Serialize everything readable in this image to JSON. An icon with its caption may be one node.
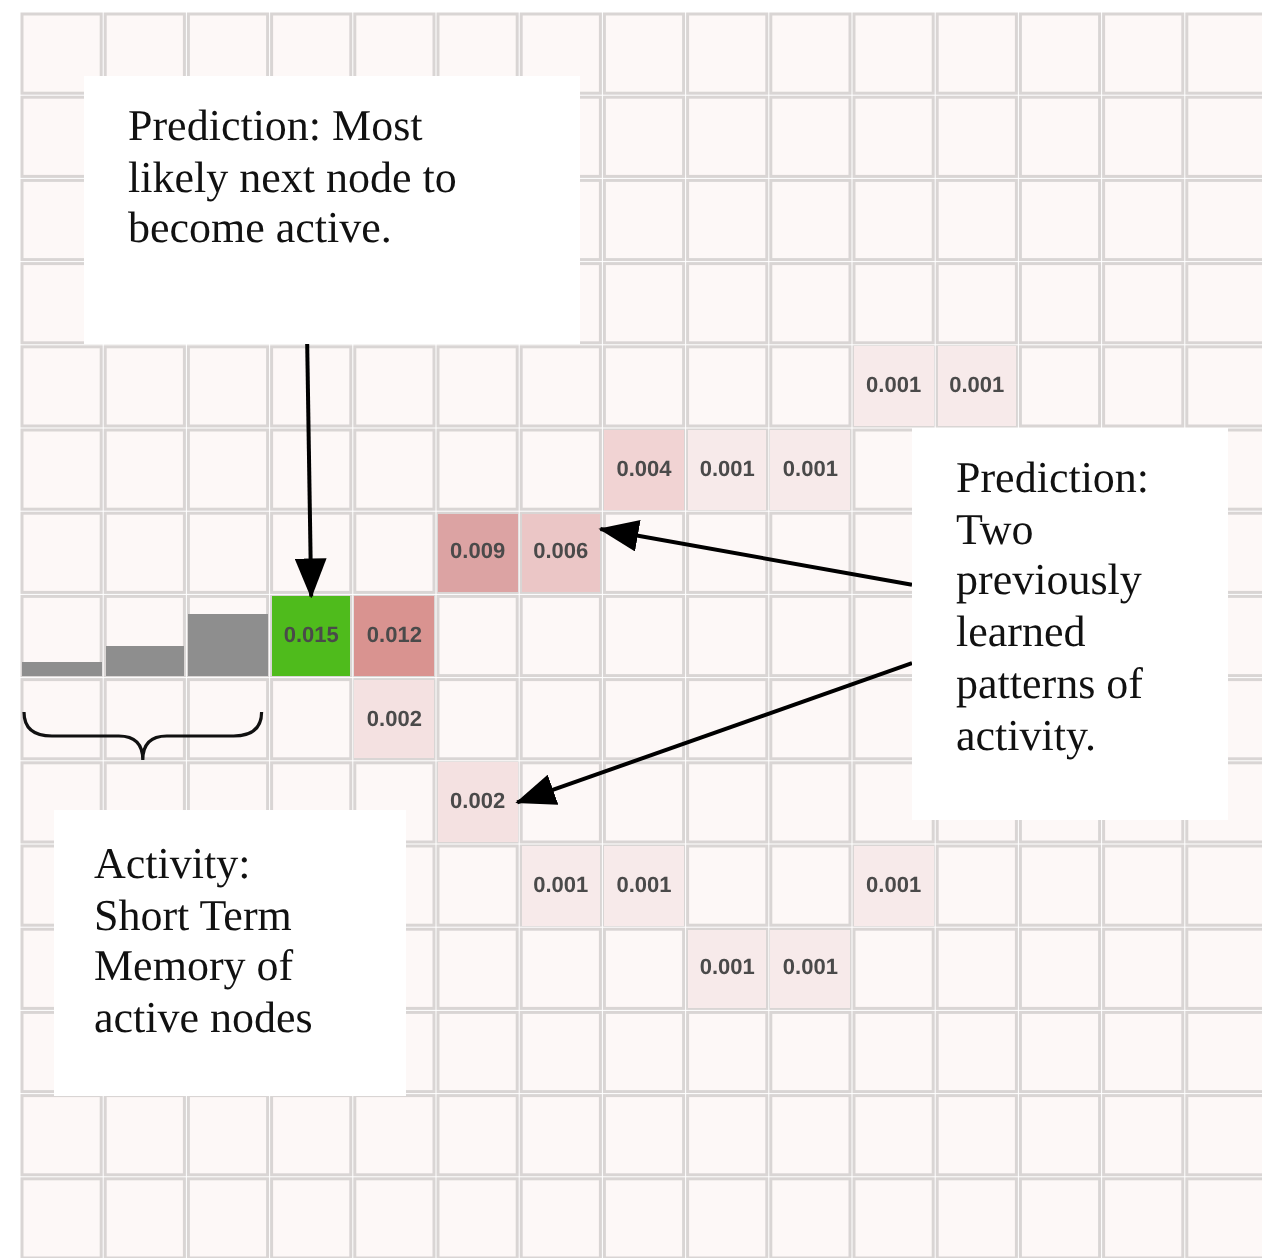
{
  "diagram": {
    "nodes": [
      {
        "text": [
          "Prediction: Most likely next node to become active."
        ]
      },
      {
        "text": [
          "0.001"
        ]
      },
      {
        "text": [
          "0.001"
        ]
      },
      {
        "text": [
          "0.004"
        ]
      },
      {
        "text": [
          "0.001"
        ]
      },
      {
        "text": [
          "0.001"
        ]
      },
      {
        "text": [
          "0.009"
        ]
      },
      {
        "text": [
          "0.006"
        ]
      },
      {
        "text": [
          "Prediction: Two previously learned patterns of activity."
        ]
      },
      {
        "text": [],
        "shape": "bar"
      },
      {
        "text": [],
        "shape": "bar"
      },
      {
        "text": [],
        "shape": "bar"
      },
      {
        "text": [
          "0.015"
        ]
      },
      {
        "text": [
          "0.012"
        ]
      },
      {
        "text": [
          "0.002"
        ]
      },
      {
        "text": [
          "0.002"
        ]
      },
      {
        "text": [
          "Activity: Short Term Memory of active nodes"
        ]
      },
      {
        "text": [
          "0.001"
        ]
      },
      {
        "text": [
          "0.001"
        ]
      },
      {
        "text": [
          "0.001"
        ]
      },
      {
        "text": [
          "0.001"
        ]
      },
      {
        "text": [
          "0.001"
        ]
      }
    ],
    "edges": [
      {
        "from": 0,
        "to": 12,
        "arrow": "to"
      },
      {
        "from": 8,
        "to": 7,
        "arrow": "to"
      },
      {
        "from": 8,
        "to": 15,
        "arrow": "to"
      }
    ]
  }
}
